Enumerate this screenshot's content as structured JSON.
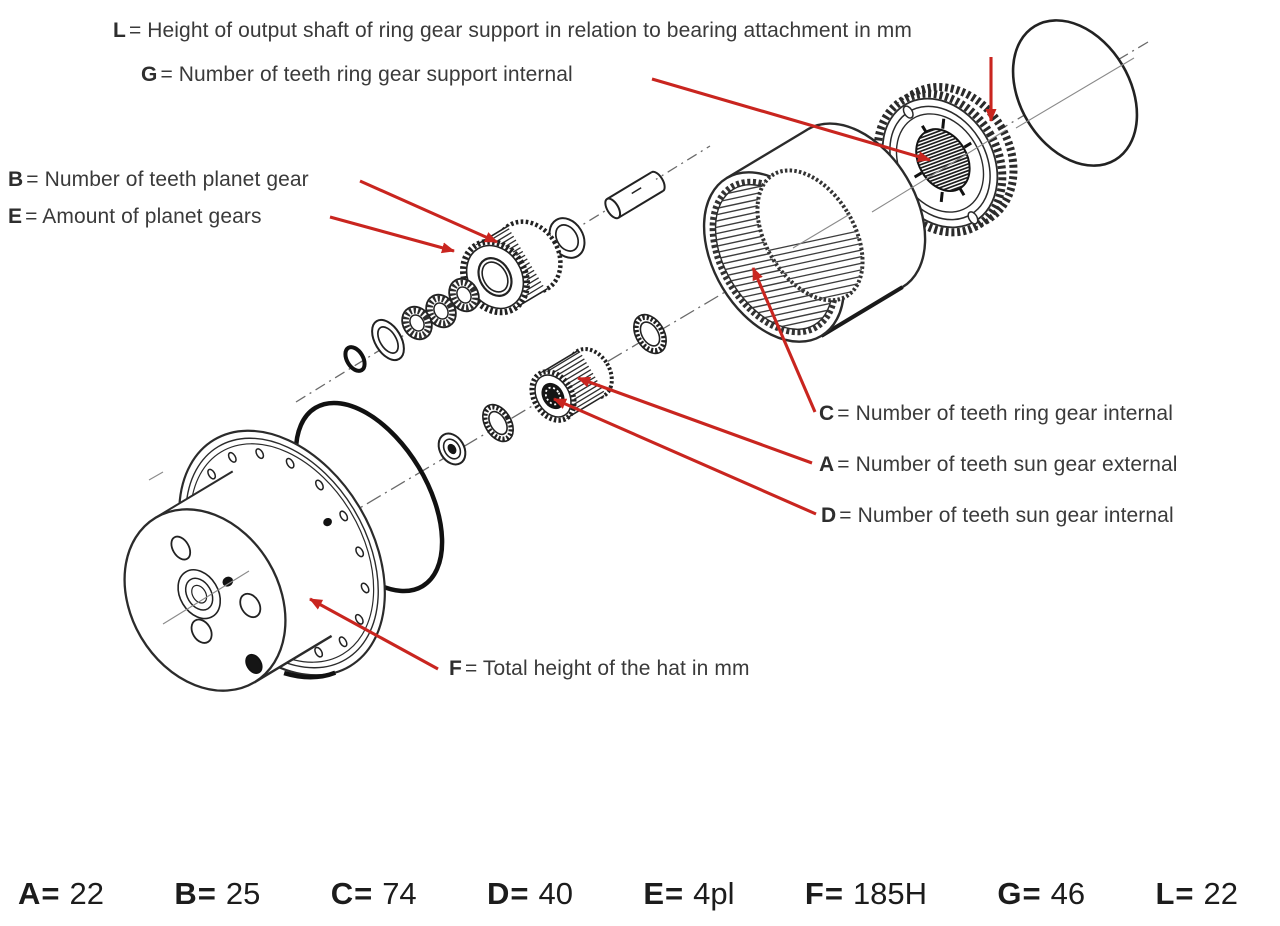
{
  "figure": {
    "description": "Exploded view diagram of a planetary hub reduction gear with labeled parts",
    "colors": {
      "background": "#ffffff",
      "drawing_line": "#2b2b2b",
      "arrow_red": "#c9251f",
      "text": "#3a3a3a",
      "values_text": "#1c1c1c"
    }
  },
  "annotations": [
    {
      "letter": "L",
      "text": "= Height of output shaft of ring gear support in relation to bearing attachment in mm"
    },
    {
      "letter": "G",
      "text": "= Number of teeth ring gear support internal"
    },
    {
      "letter": "B",
      "text": "= Number of teeth planet gear"
    },
    {
      "letter": "E",
      "text": "= Amount of planet gears"
    },
    {
      "letter": "C",
      "text": "= Number of teeth ring gear internal"
    },
    {
      "letter": "A",
      "text": "= Number of teeth sun gear external"
    },
    {
      "letter": "D",
      "text": "= Number of teeth sun gear internal"
    },
    {
      "letter": "F",
      "text": "= Total height of the hat in mm"
    }
  ],
  "values": [
    {
      "label": "A=",
      "value": "22"
    },
    {
      "label": "B=",
      "value": "25"
    },
    {
      "label": "C=",
      "value": "74"
    },
    {
      "label": "D=",
      "value": "40"
    },
    {
      "label": "E=",
      "value": "4pl"
    },
    {
      "label": "F=",
      "value": "185H"
    },
    {
      "label": "G=",
      "value": "46"
    },
    {
      "label": "L=",
      "value": "22"
    }
  ]
}
